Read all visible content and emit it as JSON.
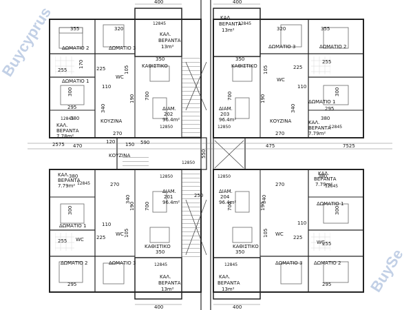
{
  "watermark": {
    "left": "Buycyprus",
    "right": "BuySe"
  },
  "dims": {
    "top_400_a": "400",
    "top_400_b": "400",
    "bot_400_a": "400",
    "bot_400_b": "400",
    "d355": "355",
    "d320a": "320",
    "d320b": "320",
    "d355b": "355",
    "d350a": "350",
    "d350b": "350",
    "d350c": "350",
    "d350d": "350",
    "d225a": "225",
    "d225b": "225",
    "d225c": "225",
    "d225d": "225",
    "d255a": "255",
    "d255b": "255",
    "d255c": "255",
    "d255d": "255",
    "d110a": "110",
    "d110b": "110",
    "d110c": "110",
    "d110d": "110",
    "d105a": "105",
    "d105b": "105",
    "d105c": "105",
    "d105d": "105",
    "d300a": "300",
    "d300b": "300",
    "d300c": "300",
    "d300d": "300",
    "d295a": "295",
    "d295b": "295",
    "d295c": "295",
    "d295d": "295",
    "d340a": "340",
    "d340b": "340",
    "d340c": "340",
    "d340d": "340",
    "d700a": "700",
    "d700b": "700",
    "d700c": "700",
    "d700d": "700",
    "d190a": "190",
    "d190b": "190",
    "d190c": "190",
    "d190d": "190",
    "d380a": "380",
    "d380b": "380",
    "d380c": "380",
    "d380d": "380",
    "d270a": "270",
    "d270b": "270",
    "d270c": "270",
    "d270d": "270",
    "d470": "470",
    "d475": "475",
    "d590": "590",
    "d120": "120",
    "d550": "550",
    "d250": "250",
    "d2575": "2575",
    "d7525": "7525",
    "d150": "150",
    "d170": "170"
  },
  "rooms": {
    "domatio1": "ΔΩΜΑΤΙΟ 1",
    "domatio2": "ΔΩΜΑΤΙΟ 2",
    "domatio3": "ΔΩΜΑΤΙΟ 3",
    "kathistiko": "ΚΑΘΙΣΤΙΚΟ",
    "kouzina": "ΚΟΥΖΙΝΑ",
    "wc": "WC",
    "kal": "ΚΑΛ.",
    "veranta": "ΒΕΡΑΝΤΑ",
    "veranta_area_13": "13m²",
    "veranta_area_779": "7.79m²",
    "veranta_area_778": "7.78m²"
  },
  "apartments": {
    "a202": {
      "label": "ΔΙΑΜ.",
      "num": "202",
      "area": "96.4m²"
    },
    "a203": {
      "label": "ΔΙΑΜ.",
      "num": "203",
      "area": "96.4m²"
    },
    "a201": {
      "label": "ΔΙΑΜ.",
      "num": "201",
      "area": "96.4m²"
    },
    "a204": {
      "label": "ΔΙΑΜ.",
      "num": "204",
      "area": "96.4m²"
    }
  },
  "levels": {
    "l12845": "12845",
    "l12850": "12850"
  }
}
